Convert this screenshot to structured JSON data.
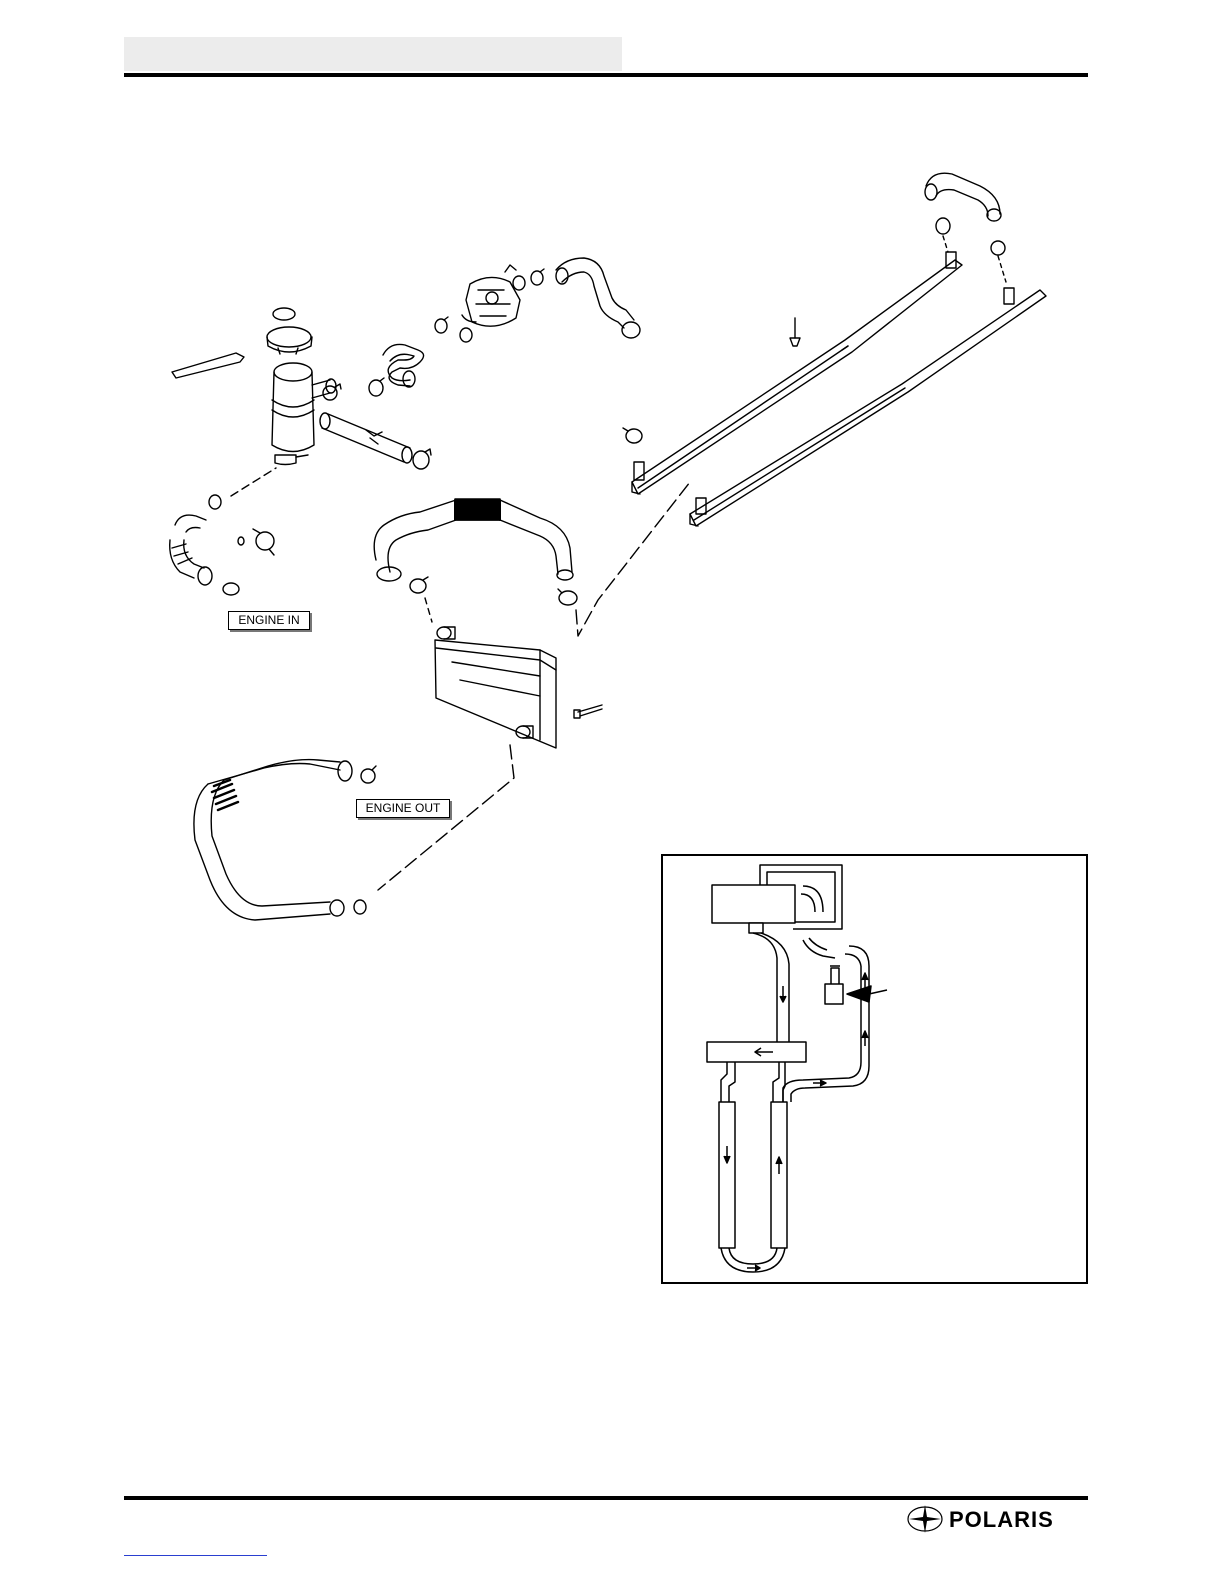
{
  "labels": {
    "engine_in": "ENGINE IN",
    "engine_out": "ENGINE OUT"
  },
  "footer": {
    "brand": "POLARIS"
  },
  "icons": {
    "brand_logo": "compass-star-icon"
  }
}
